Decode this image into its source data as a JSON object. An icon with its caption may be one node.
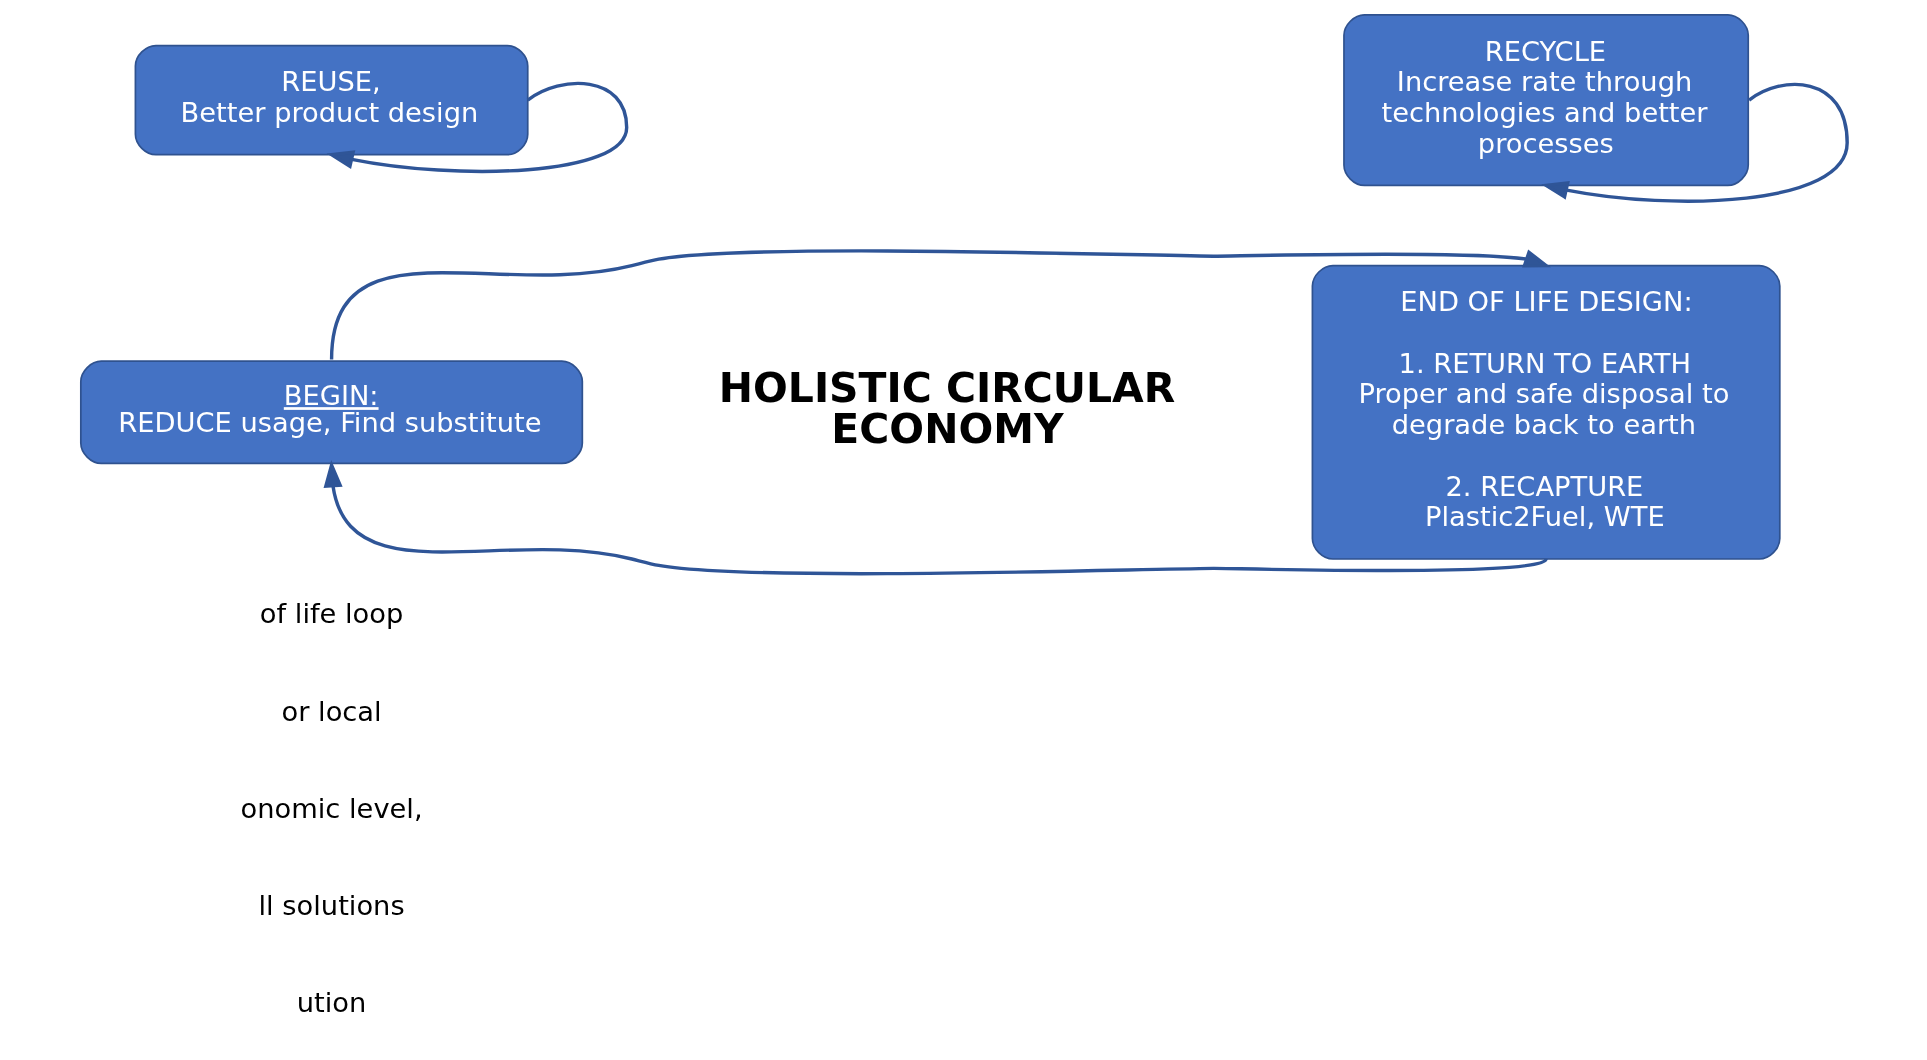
{
  "diagram": {
    "nodes": [
      {
        "text": [
          "REUSE,",
          "Better product design"
        ]
      },
      {
        "text": [
          "RECYCLE",
          "Increase rate through technologies and better processes"
        ]
      },
      {
        "text": [
          "BEGIN:",
          "REDUCE usage, Find substitute"
        ]
      },
      {
        "text": [
          "END OF LIFE DESIGN:",
          "1. RETURN TO EARTH",
          "Proper and safe disposal to degrade back to earth",
          "2. RECAPTURE",
          "Plastic2Fuel, WTE"
        ]
      }
    ],
    "edges": [
      {
        "from": 0,
        "to": 0,
        "arrow": "to"
      },
      {
        "from": 1,
        "to": 1,
        "arrow": "to"
      },
      {
        "from": 2,
        "to": 3,
        "arrow": "to"
      },
      {
        "from": 3,
        "to": 2,
        "arrow": "to"
      }
    ],
    "labels": [
      "HOLISTIC CIRCULAR ECONOMY",
      "of life loop",
      "or local",
      "onomic level,",
      "ll solutions",
      "ution"
    ]
  }
}
